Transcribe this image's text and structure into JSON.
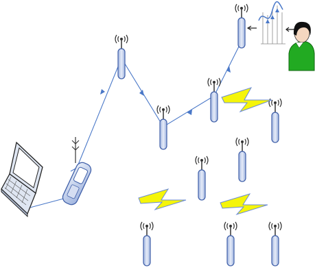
{
  "diagram": {
    "description_visible_text": "",
    "nodes": [
      {
        "id": "sensor-top-right"
      },
      {
        "id": "sensor-upper-middle"
      },
      {
        "id": "sensor-middle-right"
      },
      {
        "id": "sensor-center"
      },
      {
        "id": "sensor-far-right"
      },
      {
        "id": "sensor-right-lower"
      },
      {
        "id": "sensor-middle-lower"
      },
      {
        "id": "sensor-bottom-left"
      },
      {
        "id": "sensor-bottom-middle"
      },
      {
        "id": "sensor-bottom-right"
      }
    ],
    "devices": [
      "laptop",
      "mobile-phone",
      "user-person",
      "signal-waveform"
    ],
    "interference_bolts": 3,
    "route": [
      "sensor-top-right",
      "sensor-middle-right",
      "sensor-center",
      "sensor-upper-middle",
      "mobile-phone",
      "laptop"
    ],
    "colors": {
      "line": "#4a78c8",
      "node_fill": "#c9d6ef",
      "node_stroke": "#3f5fa8",
      "bolt_fill": "#f5f50a",
      "bolt_stroke": "#6a8ad6",
      "person_shirt": "#22aa22",
      "person_hair": "#111111",
      "person_face": "#f5d7c0",
      "laptop_body": "#dfe6f2",
      "laptop_screen": "#ffffff"
    }
  }
}
